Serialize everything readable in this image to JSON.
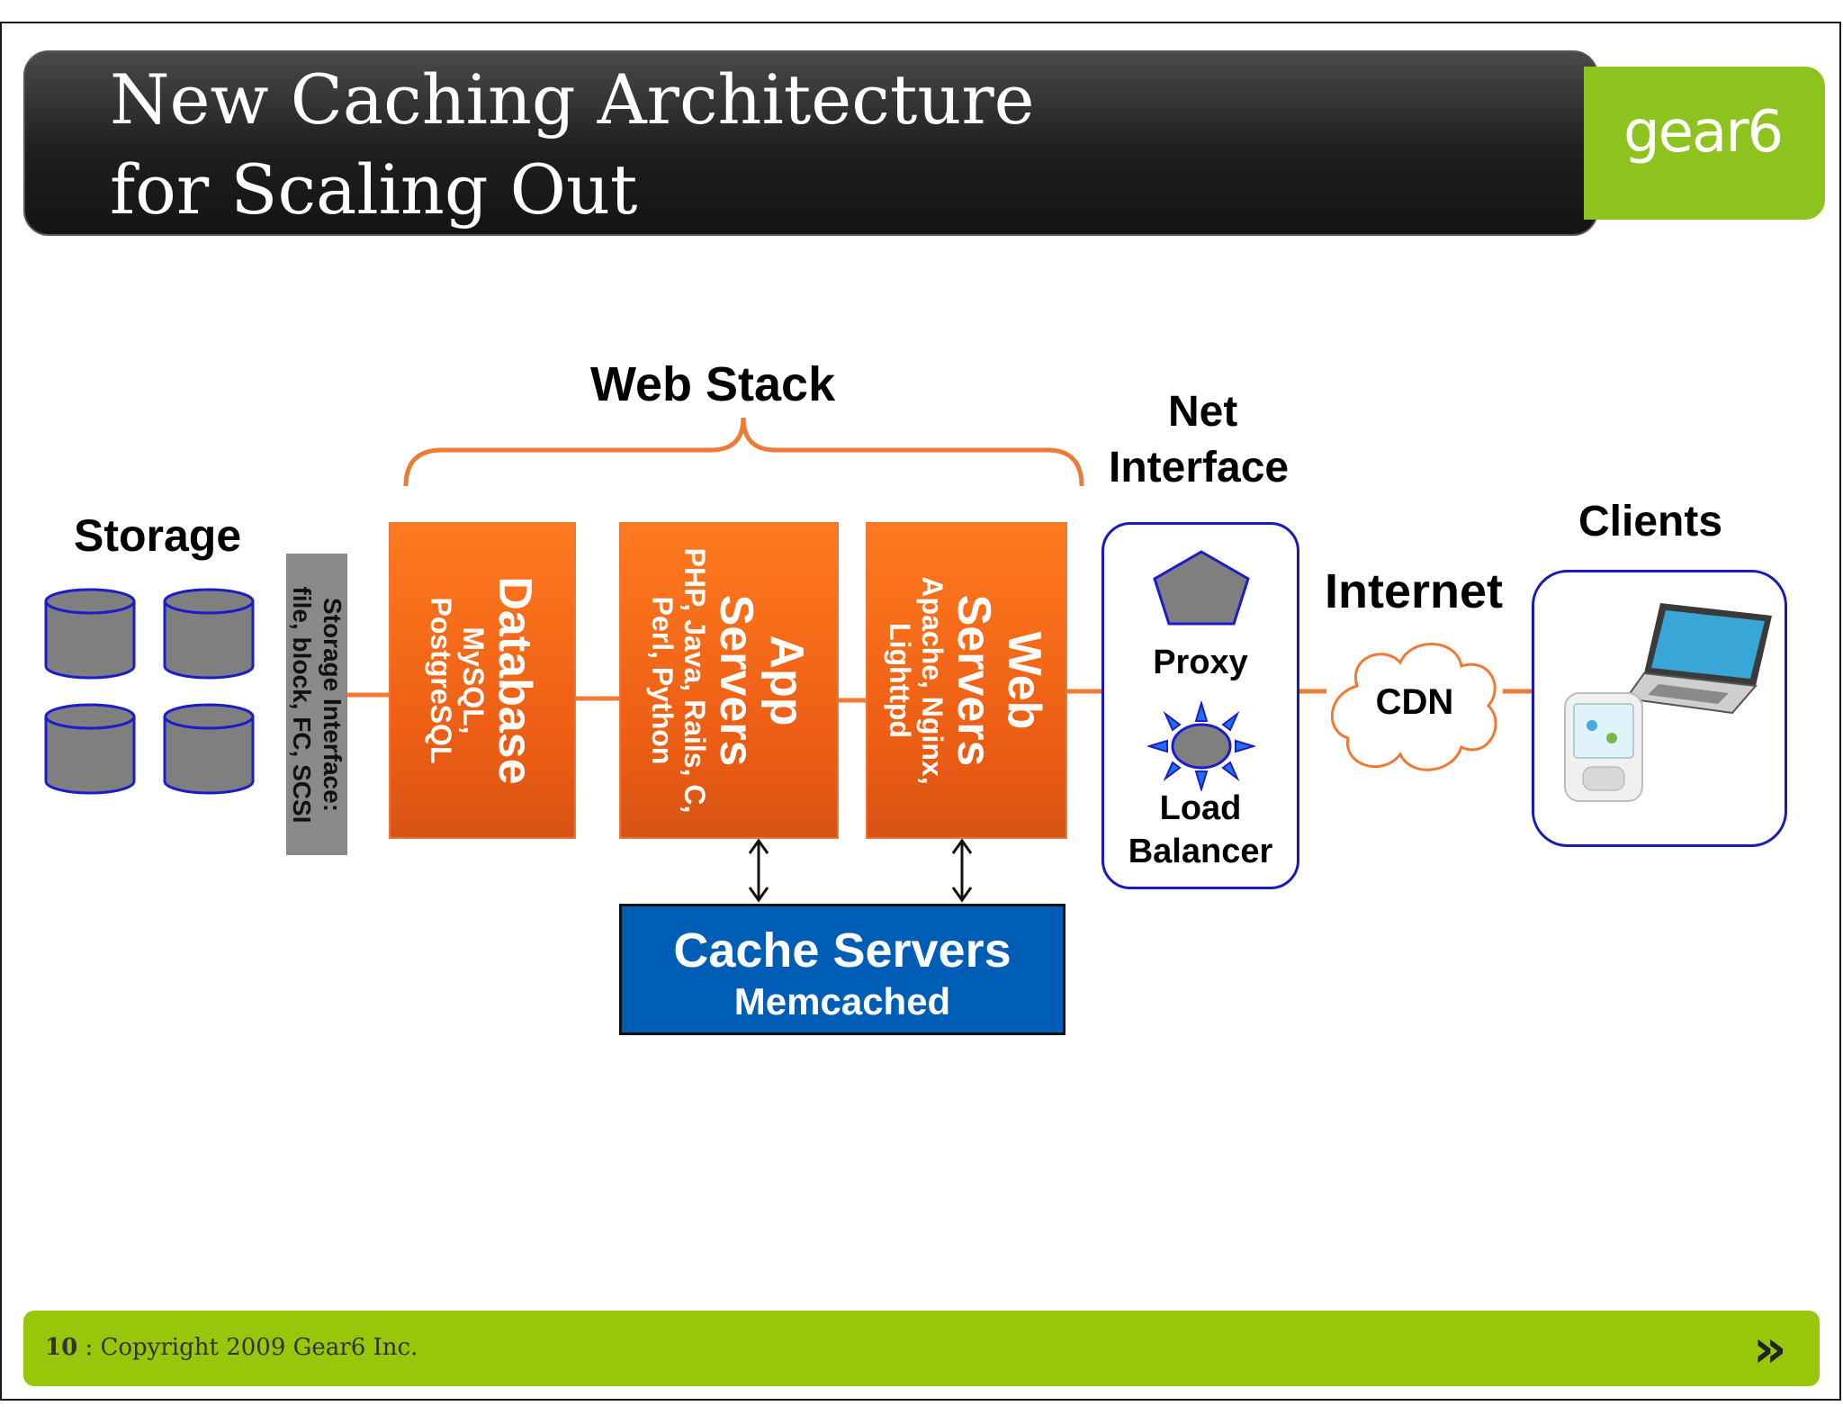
{
  "slide": {
    "title_line1": "New Caching Architecture",
    "title_line2": "for Scaling Out",
    "logo": "gear6",
    "footer_page": "10",
    "footer_text": " : Copyright 2009 Gear6 Inc.",
    "footer_arrows": "»"
  },
  "labels": {
    "web_stack": "Web Stack",
    "storage": "Storage",
    "net_interface_line1": "Net",
    "net_interface_line2": "Interface",
    "internet": "Internet",
    "clients": "Clients"
  },
  "boxes": {
    "storage_interface": {
      "title": "Storage Interface:",
      "sub": "file, block, FC, SCSI"
    },
    "database": {
      "title": "Database",
      "sub1": "MySQL,",
      "sub2": "PostgreSQL"
    },
    "app_servers": {
      "title1": "App",
      "title2": "Servers",
      "sub1": "PHP, Java, Rails, C,",
      "sub2": "Perl, Python"
    },
    "web_servers": {
      "title1": "Web",
      "title2": "Servers",
      "sub1": "Apache, Nginx,",
      "sub2": "Lighttpd"
    },
    "cache_servers": {
      "title": "Cache Servers",
      "sub": "Memcached"
    },
    "net_interface": {
      "proxy": "Proxy",
      "load1": "Load",
      "load2": "Balancer"
    },
    "cdn": "CDN"
  },
  "colors": {
    "orange": "#f26a1b",
    "link": "#ee7a33",
    "blue": "#005db5",
    "green": "#8dc21f",
    "outline_blue": "#1a1ab8"
  },
  "icons": [
    "disk-icon",
    "proxy-pentagon-icon",
    "load-balancer-star-icon",
    "cloud-icon",
    "laptop-icon",
    "phone-icon"
  ]
}
